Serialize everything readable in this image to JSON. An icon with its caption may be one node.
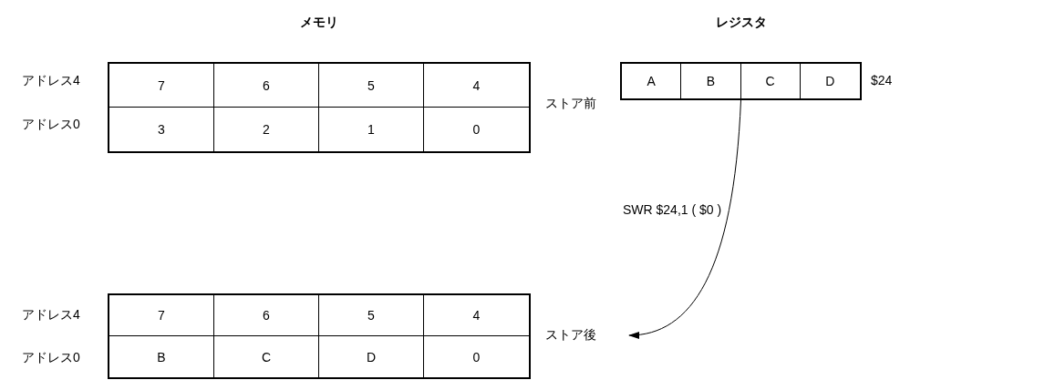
{
  "diagram": {
    "nodes": [
      {
        "text": [
          "7",
          "6",
          "5",
          "4",
          "3",
          "2",
          "1",
          "0"
        ]
      },
      {
        "text": [
          "A",
          "B",
          "C",
          "D"
        ],
        "beside": [
          "$24"
        ]
      },
      {
        "text": [
          "ストア後"
        ]
      },
      {
        "text": [
          "7",
          "6",
          "5",
          "4",
          "B",
          "C",
          "D",
          "0"
        ]
      }
    ],
    "edges": [
      {
        "from": 1,
        "to": 2,
        "arrow": "to",
        "label": "SWR $24,1 ( $0 )"
      }
    ],
    "labels": [
      "メモリ",
      "レジスタ",
      "アドレス4",
      "アドレス0",
      "ストア前",
      "アドレス4",
      "アドレス0"
    ]
  }
}
